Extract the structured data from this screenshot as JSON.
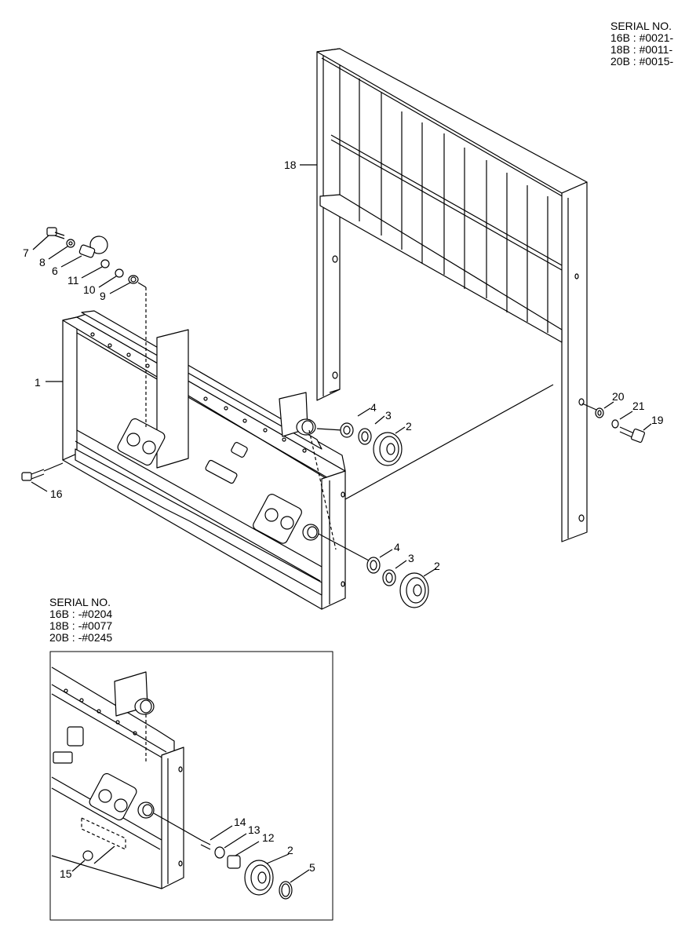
{
  "serial_top": {
    "heading": "SERIAL NO.",
    "lines": [
      "16B : #0021-",
      "18B : #0011-",
      "20B : #0015-"
    ]
  },
  "serial_bottom": {
    "heading": "SERIAL NO.",
    "lines": [
      "16B : -#0204",
      "18B : -#0077",
      "20B : -#0245"
    ]
  },
  "callouts": {
    "c1": "1",
    "c2a": "2",
    "c2b": "2",
    "c2c": "2",
    "c3a": "3",
    "c3b": "3",
    "c4a": "4",
    "c4b": "4",
    "c5": "5",
    "c6": "6",
    "c7": "7",
    "c8": "8",
    "c9": "9",
    "c10": "10",
    "c11": "11",
    "c12": "12",
    "c13": "13",
    "c14": "14",
    "c15": "15",
    "c16": "16",
    "c18": "18",
    "c19": "19",
    "c20": "20",
    "c21": "21"
  }
}
